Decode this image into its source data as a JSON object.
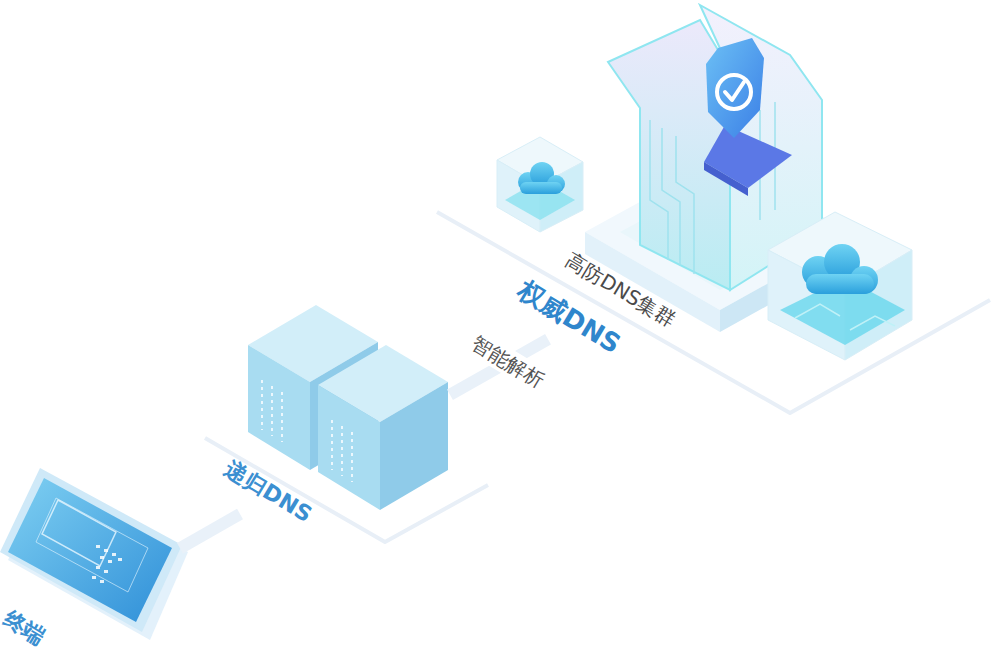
{
  "diagram": {
    "nodes": [
      {
        "text": [
          "终端"
        ]
      },
      {
        "text": [
          "递归DNS"
        ]
      },
      {
        "text": [
          "权威DNS"
        ]
      },
      {
        "text": [
          "高防DNS集群"
        ],
        "in": 2
      }
    ],
    "edges": [
      {
        "from": 0,
        "to": 1,
        "arrow": "none"
      },
      {
        "from": 1,
        "to": 2,
        "label": "智能解析",
        "arrow": "none"
      }
    ]
  }
}
